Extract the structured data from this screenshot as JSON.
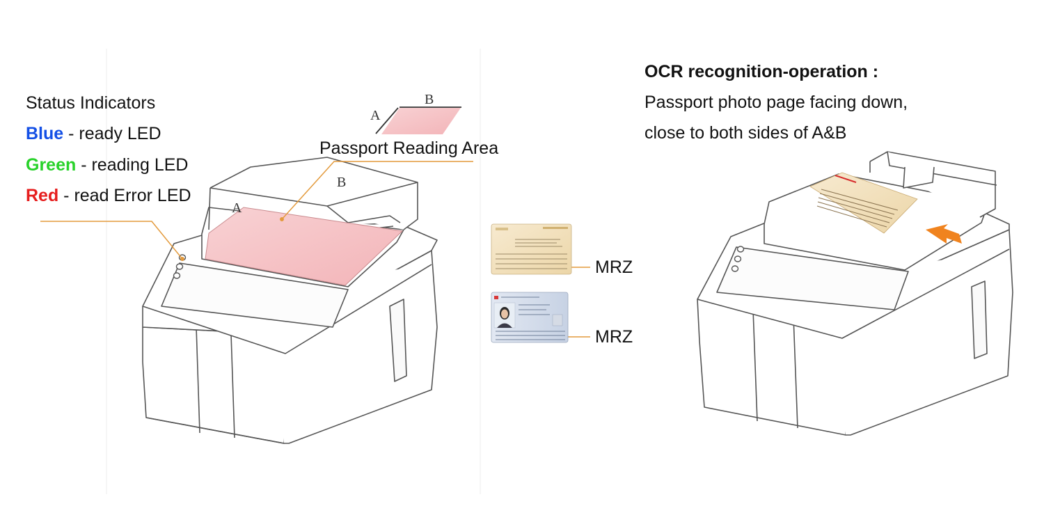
{
  "status_panel": {
    "heading": "Status Indicators",
    "leds": [
      {
        "color_word": "Blue",
        "desc": " - ready LED",
        "color": "#1450e6"
      },
      {
        "color_word": "Green",
        "desc": " - reading LED",
        "color": "#28d22a"
      },
      {
        "color_word": "Red",
        "desc": " - read Error LED",
        "color": "#e61e1e"
      }
    ]
  },
  "reading_area": {
    "label": "Passport Reading Area",
    "side_a": "A",
    "side_b": "B"
  },
  "documents": {
    "mrz_label_1": "MRZ",
    "mrz_label_2": "MRZ"
  },
  "ocr_panel": {
    "title": "OCR recognition-operation :",
    "line1": "Passport photo page facing down,",
    "line2": "close to both sides of A&B"
  },
  "colors": {
    "reading_area_fill": "#f6c3c6",
    "leader_line": "#e39a3c",
    "arrow": "#f0831e",
    "device_stroke": "#555555",
    "device_fill": "#ffffff",
    "card_fill": "#f4e6c4",
    "id_card_fill": "#cfd8e6"
  }
}
